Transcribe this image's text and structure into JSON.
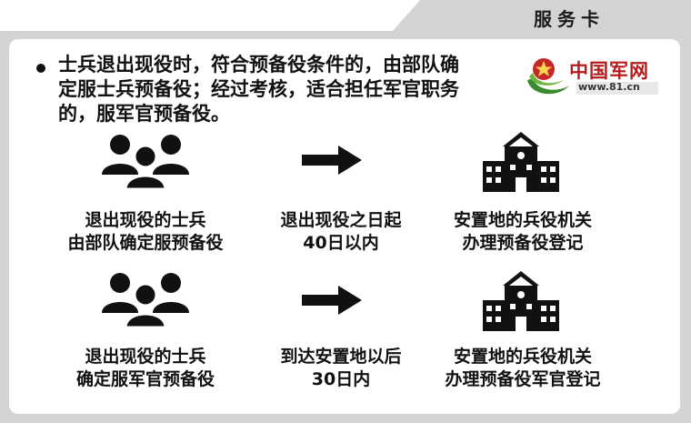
{
  "header": {
    "title": "服务卡"
  },
  "intro": {
    "text": "士兵退出现役时，符合预备役条件的，由部队确定服士兵预备役；经过考核，适合担任军官职务的，服军官预备役。"
  },
  "logo": {
    "name": "中国军网",
    "url": "www.81.cn"
  },
  "rows": [
    {
      "left": [
        "退出现役的士兵",
        "由部队确定服预备役"
      ],
      "middle": [
        "退出现役之日起",
        "40日以内"
      ],
      "right": [
        "安置地的兵役机关",
        "办理预备役登记"
      ]
    },
    {
      "left": [
        "退出现役的士兵",
        "确定服军官预备役"
      ],
      "middle": [
        "到达安置地以后",
        "30日内"
      ],
      "right": [
        "安置地的兵役机关",
        "办理预备役军官登记"
      ]
    }
  ],
  "icons": [
    "group-icon",
    "arrow-right-icon",
    "government-building-icon"
  ],
  "colors": {
    "frame": "#d4d4d4",
    "logo_red": "#b71c1c",
    "logo_green": "#3a8a2e"
  }
}
